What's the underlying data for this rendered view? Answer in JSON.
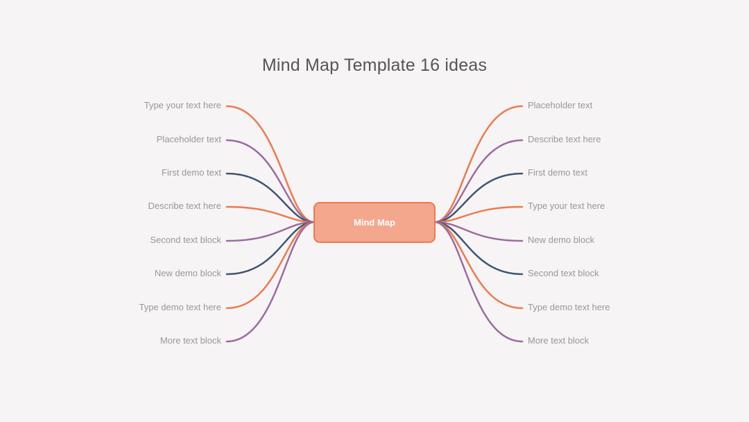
{
  "title": "Mind Map Template 16 ideas",
  "center": {
    "label": "Mind Map"
  },
  "colors": {
    "orange": "#ec7a4f",
    "purple": "#9b6a9f",
    "navy": "#3f5570",
    "background": "#f7f4f5",
    "center_fill": "#f3a78c",
    "text": "#9b9699",
    "title": "#555555"
  },
  "left_items": [
    {
      "label": "Type your text here",
      "color": "orange"
    },
    {
      "label": "Placeholder text",
      "color": "purple"
    },
    {
      "label": "First demo text",
      "color": "navy"
    },
    {
      "label": "Describe text here",
      "color": "orange"
    },
    {
      "label": "Second text block",
      "color": "purple"
    },
    {
      "label": "New demo block",
      "color": "navy"
    },
    {
      "label": "Type demo text here",
      "color": "orange"
    },
    {
      "label": "More text block",
      "color": "purple"
    }
  ],
  "right_items": [
    {
      "label": "Placeholder text",
      "color": "orange"
    },
    {
      "label": "Describe text here",
      "color": "purple"
    },
    {
      "label": "First demo text",
      "color": "navy"
    },
    {
      "label": "Type your text here",
      "color": "orange"
    },
    {
      "label": "New demo block",
      "color": "purple"
    },
    {
      "label": "Second text block",
      "color": "navy"
    },
    {
      "label": "Type demo text here",
      "color": "orange"
    },
    {
      "label": "More text block",
      "color": "purple"
    }
  ]
}
